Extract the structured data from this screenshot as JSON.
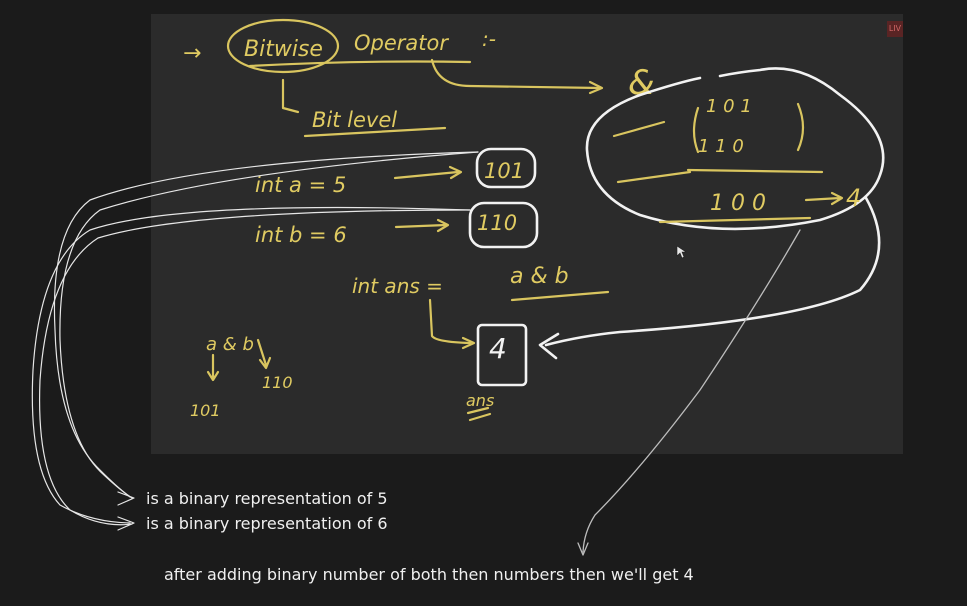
{
  "whiteboard": {
    "label": "",
    "live_badge": "LIV",
    "heading": {
      "arrow": "→",
      "word1": "Bitwise",
      "word2": "Operator",
      "suffix": ":-",
      "sublabel": "Bit level"
    },
    "lines": {
      "a_decl": "int  a = 5",
      "b_decl": "int  b = 6",
      "a_binary": "101",
      "b_binary": "110",
      "ans_decl": "int  ans =",
      "ans_expr": "a  & b",
      "ans_value": "4",
      "ans_label": "ans"
    },
    "side_example": {
      "expr": "a & b",
      "left": "101",
      "right": "110"
    },
    "and_box": {
      "symbol": "&",
      "row1": "1  0  1",
      "row2": "1  1  0",
      "result": "1  0  0",
      "result_value": "4"
    }
  },
  "notes": {
    "note1": "is a binary representation of 5",
    "note2": "is a binary representation of 6",
    "note3": "after adding binary number of both then numbers then we'll get 4"
  },
  "colors": {
    "background": "#1b1b1b",
    "board": "#2b2b2b",
    "chalk_yellow": "#d9c55f",
    "chalk_white": "#f2f2f2"
  }
}
